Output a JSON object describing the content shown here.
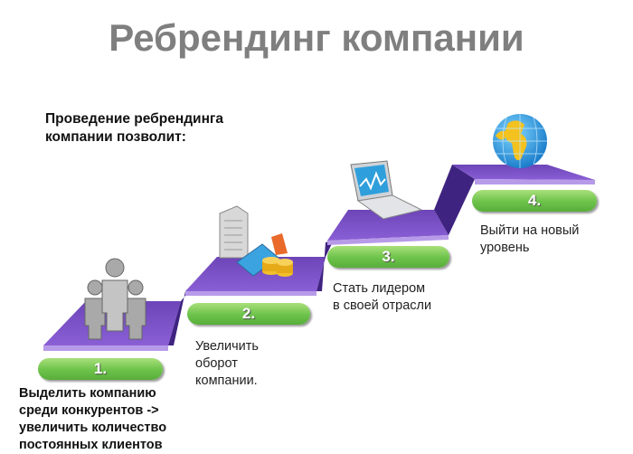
{
  "title": "Ребрендинг компании",
  "subtitle_lines": [
    "Проведение ребрендинга",
    "компании позволит:"
  ],
  "steps": [
    {
      "number": "1.",
      "lines": [
        "Выделить компанию",
        "среди конкурентов ->",
        "увеличить количество",
        "постоянных клиентов"
      ]
    },
    {
      "number": "2.",
      "lines": [
        "Увеличить",
        "оборот",
        "компании."
      ]
    },
    {
      "number": "3.",
      "lines": [
        "Стать лидером",
        "в своей отрасли"
      ]
    },
    {
      "number": "4.",
      "lines": [
        "Выйти на новый",
        "уровень"
      ]
    }
  ],
  "colors": {
    "title": "#7f7f7f",
    "stair": "#7b4fc4",
    "stair_dark": "#4b2a8e",
    "pill": "#6cc24a"
  }
}
